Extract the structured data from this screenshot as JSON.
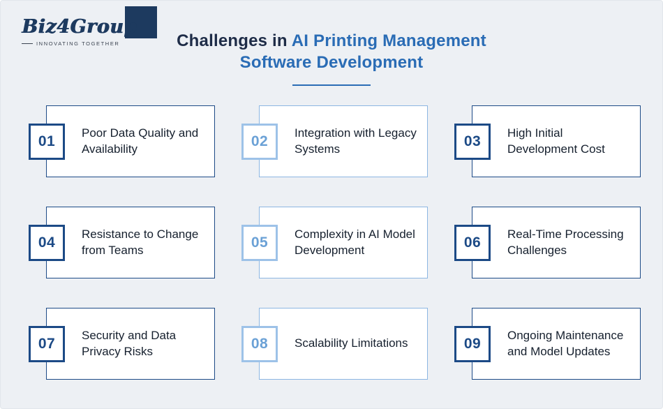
{
  "logo": {
    "brand": "Biz4Group",
    "tagline": "INNOVATING TOGETHER"
  },
  "title": {
    "prefix": "Challenges in ",
    "highlight_line1": "AI Printing Management",
    "highlight_line2": "Software Development"
  },
  "colors": {
    "background": "#edf0f4",
    "dark_card_accent": "#1c4a86",
    "light_card_accent": "#8cb6e2",
    "light_card_number": "#6ba1d6",
    "title_navy": "#1e2c47",
    "title_blue": "#2a6cb5",
    "logo_navy": "#1d3a5f",
    "label_text": "#16202e"
  },
  "cards": [
    {
      "number": "01",
      "label": "Poor Data Quality and Availability"
    },
    {
      "number": "02",
      "label": "Integration with Legacy Systems"
    },
    {
      "number": "03",
      "label": "High Initial Development Cost"
    },
    {
      "number": "04",
      "label": "Resistance to Change from Teams"
    },
    {
      "number": "05",
      "label": "Complexity in AI Model Development"
    },
    {
      "number": "06",
      "label": "Real-Time Processing Challenges"
    },
    {
      "number": "07",
      "label": "Security and Data Privacy Risks"
    },
    {
      "number": "08",
      "label": "Scalability Limitations"
    },
    {
      "number": "09",
      "label": "Ongoing Maintenance and Model Updates"
    }
  ]
}
